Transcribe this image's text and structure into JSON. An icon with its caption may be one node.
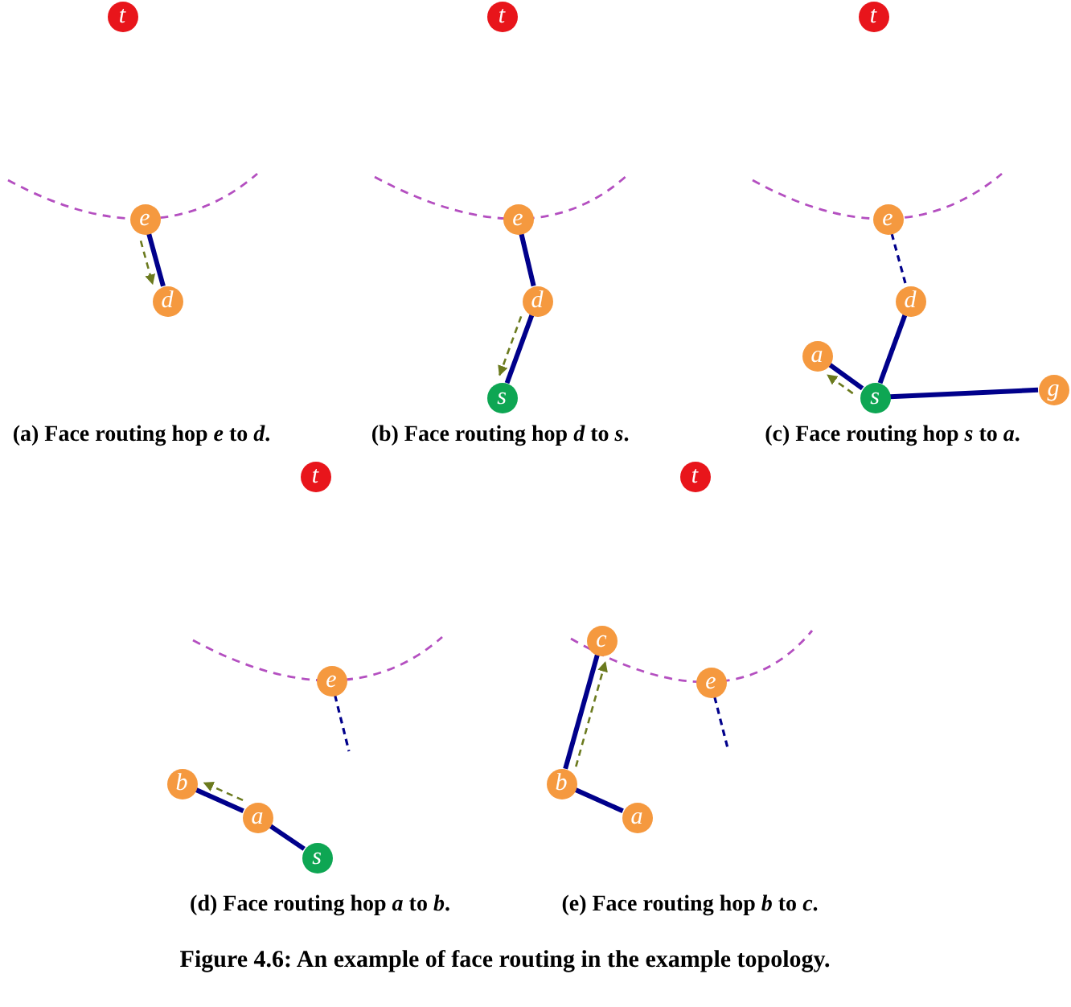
{
  "diagram": {
    "caption": "Figure 4.6: An example of face routing in the example topology.",
    "nodes": [
      {
        "text": [
          "t"
        ]
      },
      {
        "text": [
          "e"
        ]
      },
      {
        "text": [
          "d"
        ]
      },
      {
        "text": [
          "t"
        ]
      },
      {
        "text": [
          "e"
        ]
      },
      {
        "text": [
          "d"
        ]
      },
      {
        "text": [
          "s"
        ]
      },
      {
        "text": [
          "t"
        ]
      },
      {
        "text": [
          "e"
        ]
      },
      {
        "text": [
          "d"
        ]
      },
      {
        "text": [
          "a"
        ]
      },
      {
        "text": [
          "s"
        ]
      },
      {
        "text": [
          "g"
        ]
      },
      {
        "text": [
          "t"
        ]
      },
      {
        "text": [
          "e"
        ]
      },
      {
        "text": [
          "b"
        ]
      },
      {
        "text": [
          "a"
        ]
      },
      {
        "text": [
          "s"
        ]
      },
      {
        "text": [
          "t"
        ]
      },
      {
        "text": [
          "c"
        ]
      },
      {
        "text": [
          "e"
        ]
      },
      {
        "text": [
          "b"
        ]
      },
      {
        "text": [
          "a"
        ]
      }
    ],
    "edges": [
      {
        "from": 1,
        "to": 2,
        "arrow": "none"
      },
      {
        "from": 1,
        "to": 2,
        "arrow": "to",
        "style": "dashed",
        "color": "#6b7a1e"
      },
      {
        "from": 4,
        "to": 5,
        "arrow": "none"
      },
      {
        "from": 5,
        "to": 6,
        "arrow": "none"
      },
      {
        "from": 5,
        "to": 6,
        "arrow": "to",
        "style": "dashed",
        "color": "#6b7a1e"
      },
      {
        "from": 8,
        "to": 9,
        "arrow": "none",
        "style": "dashed"
      },
      {
        "from": 9,
        "to": 11,
        "arrow": "none"
      },
      {
        "from": 11,
        "to": 10,
        "arrow": "none"
      },
      {
        "from": 11,
        "to": 12,
        "arrow": "none"
      },
      {
        "from": 11,
        "to": 10,
        "arrow": "to",
        "style": "dashed",
        "color": "#6b7a1e"
      },
      {
        "from": 14,
        "to": null,
        "arrow": "none",
        "style": "dashed"
      },
      {
        "from": 15,
        "to": 16,
        "arrow": "none"
      },
      {
        "from": 16,
        "to": 17,
        "arrow": "none"
      },
      {
        "from": 16,
        "to": 15,
        "arrow": "to",
        "style": "dashed",
        "color": "#6b7a1e"
      },
      {
        "from": 20,
        "to": null,
        "arrow": "none",
        "style": "dashed"
      },
      {
        "from": 21,
        "to": 19,
        "arrow": "none"
      },
      {
        "from": 21,
        "to": 22,
        "arrow": "none"
      },
      {
        "from": 21,
        "to": 19,
        "arrow": "to",
        "style": "dashed",
        "color": "#6b7a1e"
      }
    ],
    "labels": [
      "(a) Face routing hop *e* to *d*.",
      "(b) Face routing hop *d* to *s*.",
      "(c) Face routing hop *s* to *a*.",
      "(d) Face routing hop *a* to *b*.",
      "(e) Face routing hop *b* to *c*."
    ]
  }
}
